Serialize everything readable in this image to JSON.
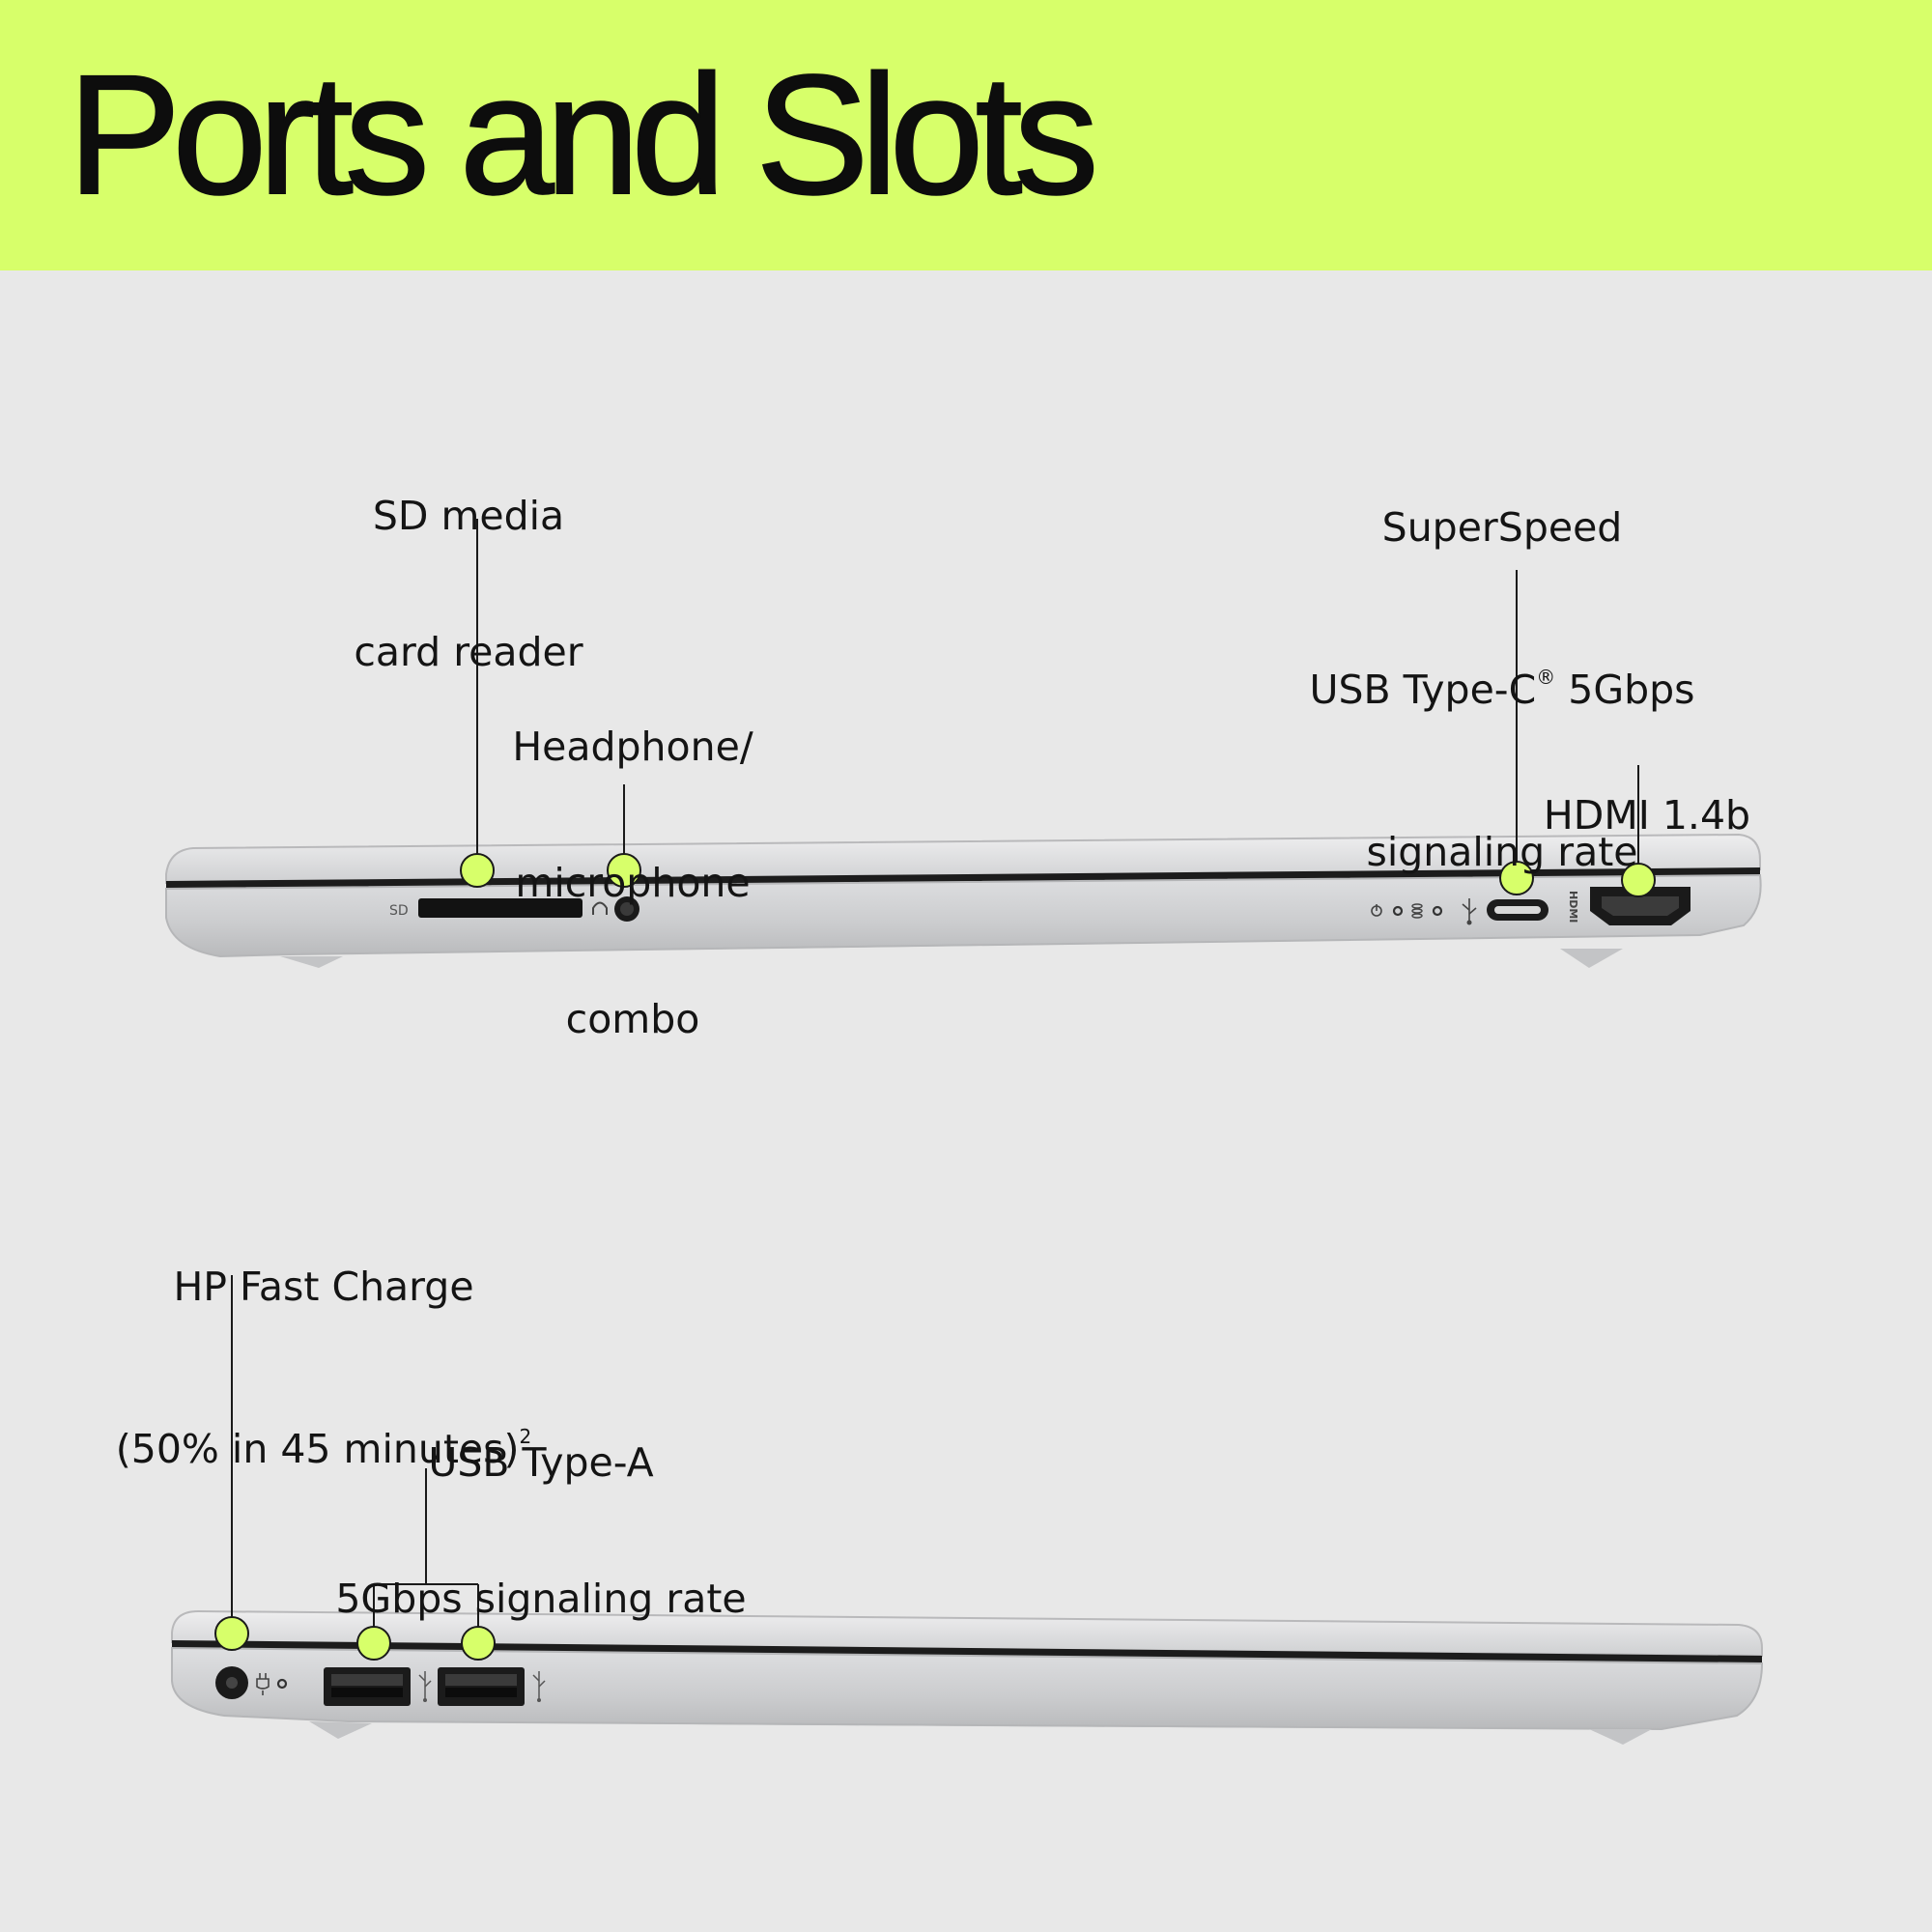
{
  "title": "Ports and Slots",
  "colors": {
    "header_bg": "#d7ff6a",
    "page_bg": "#e8e8e8",
    "callout_dot": "#d7ff6a",
    "leader_line": "#1a1a1a",
    "laptop_body": "#d2d3d5",
    "laptop_seam": "#1c1c1c"
  },
  "right_side": {
    "sd_reader": {
      "lines": [
        "SD media",
        "card reader"
      ]
    },
    "audio_combo": {
      "lines": [
        "Headphone/",
        "microphone",
        "combo"
      ]
    },
    "usb_c": {
      "line1": "SuperSpeed",
      "line2_main": "USB Type-C",
      "line2_sup": "®",
      "line2_end": " 5Gbps",
      "line3": "signaling rate"
    },
    "hdmi": {
      "label": "HDMI 1.4b"
    },
    "port_marks": {
      "sd": "SD",
      "hdmi": "HDMI"
    }
  },
  "left_side": {
    "fast_charge": {
      "line1": "HP Fast Charge",
      "line2_main": "(50% in 45 minutes)",
      "line2_sup": "2"
    },
    "usb_a": {
      "lines": [
        "USB Type-A",
        "5Gbps signaling rate"
      ]
    }
  }
}
